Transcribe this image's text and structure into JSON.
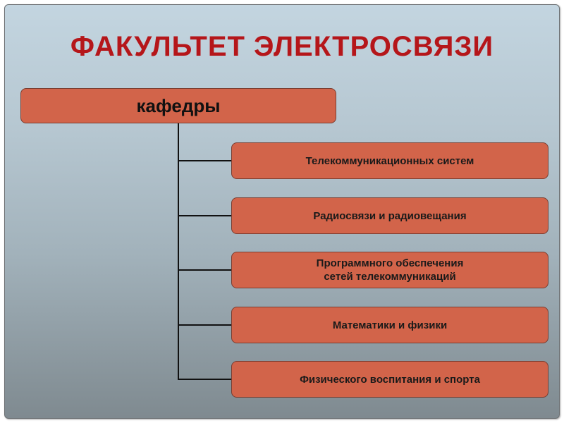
{
  "title": "ФАКУЛЬТЕТ ЭЛЕКТРОСВЯЗИ",
  "root": {
    "label": "кафедры"
  },
  "departments": [
    {
      "label": "Телекоммуникационных систем"
    },
    {
      "label": "Радиосвязи и радиовещания"
    },
    {
      "label": "Программного обеспечения\nсетей телекоммуникаций"
    },
    {
      "label": "Математики и физики"
    },
    {
      "label": "Физического воспитания и спорта"
    }
  ],
  "colors": {
    "title": "#b5161a",
    "box_fill": "#d2644a",
    "box_border": "#7a3d30",
    "connector": "#111111",
    "background_top": "#c3d5e0",
    "background_bottom": "#7f8a90"
  }
}
